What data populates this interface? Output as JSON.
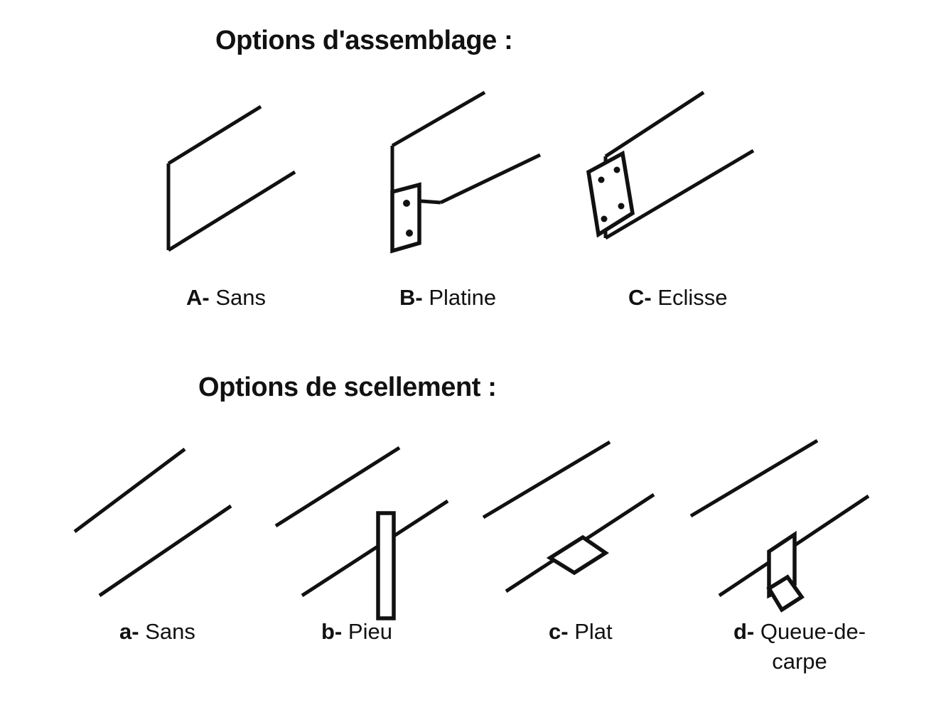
{
  "page": {
    "background_color": "#ffffff",
    "line_color": "#111111",
    "language": "fr"
  },
  "sections": [
    {
      "id": "assemblage",
      "title": "Options d'assemblage :",
      "options": [
        {
          "key": "A-",
          "name": "Sans",
          "figure": "beam-end-plain"
        },
        {
          "key": "B-",
          "name": "Platine",
          "figure": "beam-end-base-plate"
        },
        {
          "key": "C-",
          "name": "Eclisse",
          "figure": "beam-end-splice-plate"
        }
      ]
    },
    {
      "id": "scellement",
      "title": "Options de scellement :",
      "options": [
        {
          "key": "a-",
          "name": "Sans",
          "figure": "rail-plain"
        },
        {
          "key": "b-",
          "name": "Pieu",
          "figure": "rail-stake"
        },
        {
          "key": "c-",
          "name": "Plat",
          "figure": "rail-flat-tab"
        },
        {
          "key": "d-",
          "name": "Queue-de-carpe",
          "figure": "rail-fishtail"
        }
      ]
    }
  ]
}
